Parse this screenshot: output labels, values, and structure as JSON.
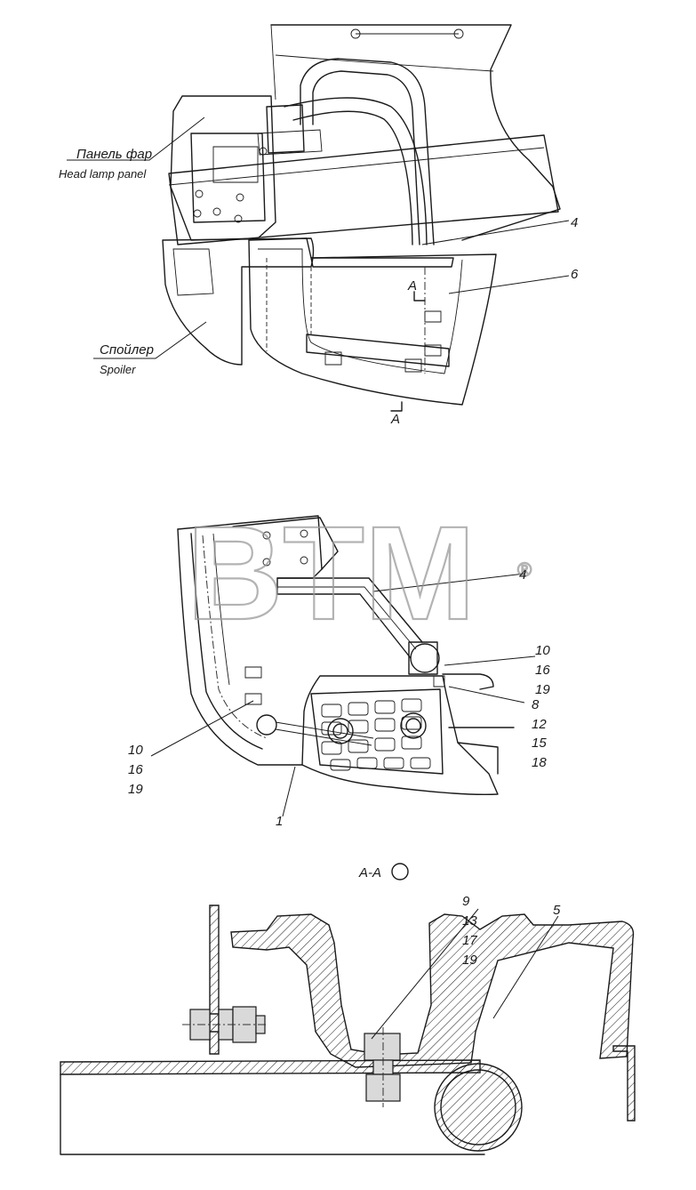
{
  "labels": {
    "headlamp_ru": "Панель фар",
    "headlamp_en": "Head lamp panel",
    "spoiler_ru": "Спойлер",
    "spoiler_en": "Spoiler",
    "section_mark_top": "A",
    "section_mark_bottom": "A",
    "section_title": "A-A",
    "watermark": "BTM",
    "watermark_reg": "®"
  },
  "callouts": {
    "top_4": "4",
    "top_6": "6",
    "mid_4": "4",
    "mid_right_a": [
      "10",
      "16",
      "19"
    ],
    "mid_right_b": [
      "8",
      "12",
      "15",
      "18"
    ],
    "mid_left": [
      "10",
      "16",
      "19"
    ],
    "mid_1": "1",
    "sec_left": [
      "9",
      "13",
      "17",
      "19"
    ],
    "sec_5": "5"
  }
}
